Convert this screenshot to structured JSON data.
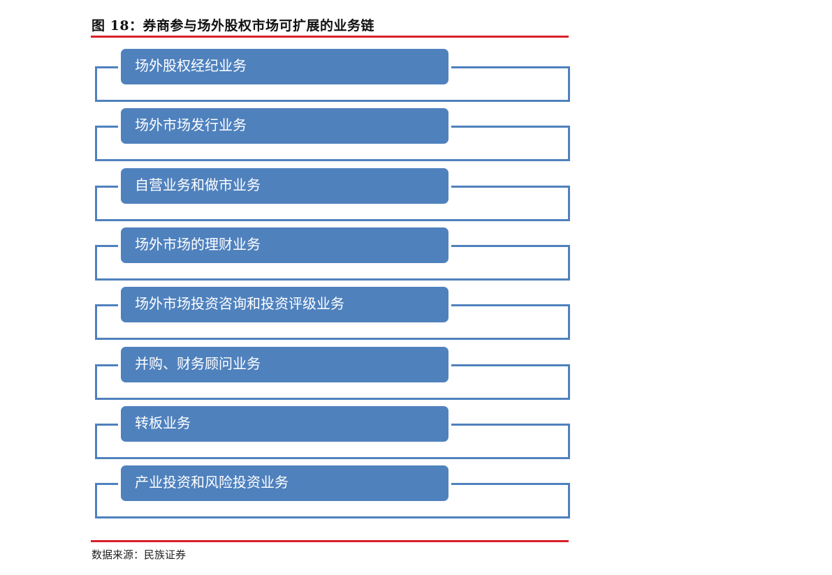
{
  "title": "图 18：券商参与场外股权市场可扩展的业务链",
  "items": [
    "场外股权经纪业务",
    "场外市场发行业务",
    "自营业务和做市业务",
    "场外市场的理财业务",
    "场外市场投资咨询和投资评级业务",
    "并购、财务顾问业务",
    "转板业务",
    "产业投资和风险投资业务"
  ],
  "source": "数据来源：民族证券",
  "colors": {
    "box": "#4f81bd",
    "rule": "#d9202a"
  }
}
